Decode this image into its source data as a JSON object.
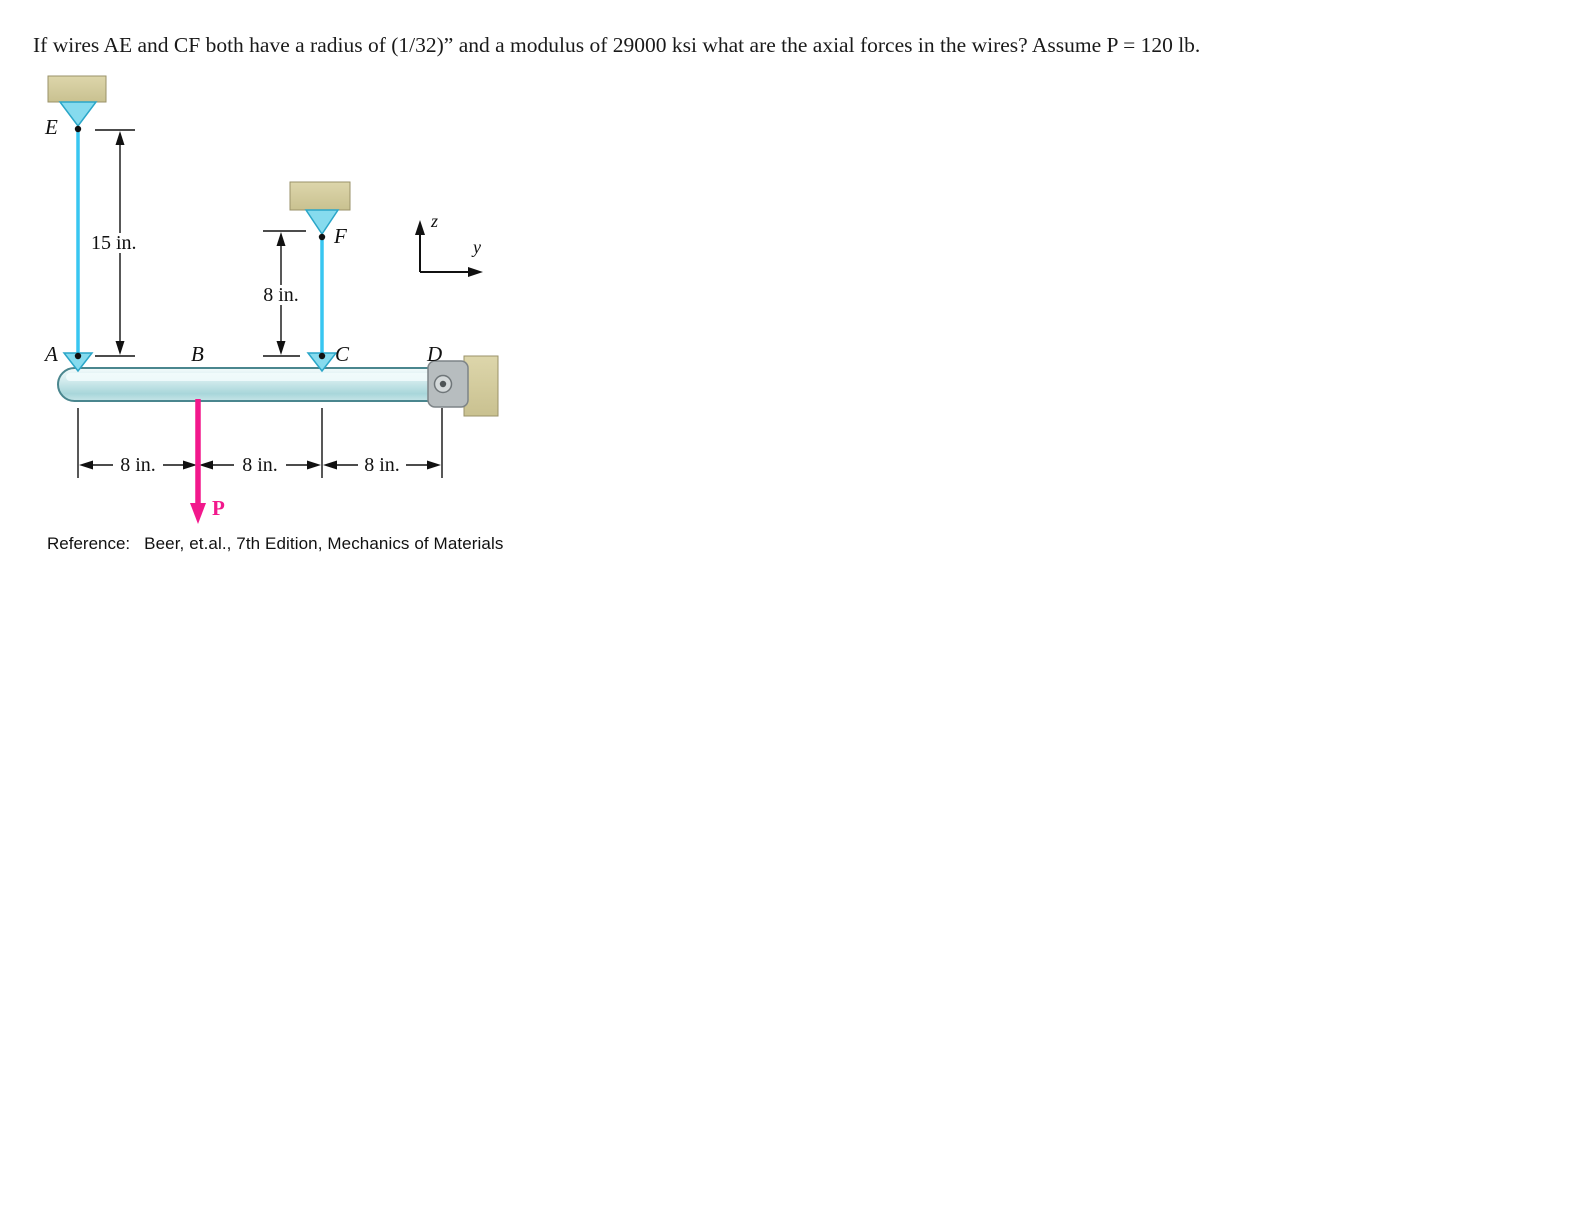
{
  "title": "If wires AE and CF both have a radius of (1/32)” and a modulus of 29000 ksi what are the axial forces in the wires? Assume P = 120 lb.",
  "labels": {
    "E": "E",
    "A": "A",
    "B": "B",
    "C": "C",
    "D": "D",
    "F": "F",
    "z": "z",
    "y": "y",
    "P": "P"
  },
  "dimensions": {
    "ae": "15 in.",
    "cf": "8 in.",
    "ab": "8 in.",
    "bc": "8 in.",
    "cd": "8 in."
  },
  "colors": {
    "wire": "#38c6f1",
    "support_block": "#d5cd9f",
    "support_triangle": "#86dbee",
    "beam_fill": "#cdeaec",
    "beam_stroke": "#4a868e",
    "load_arrow": "#f2188c",
    "pin_bracket": "#b7bdbf",
    "dimension_line": "#111111"
  },
  "reference": {
    "label": "Reference:",
    "text": "Beer, et.al., 7th Edition,  Mechanics of Materials"
  }
}
